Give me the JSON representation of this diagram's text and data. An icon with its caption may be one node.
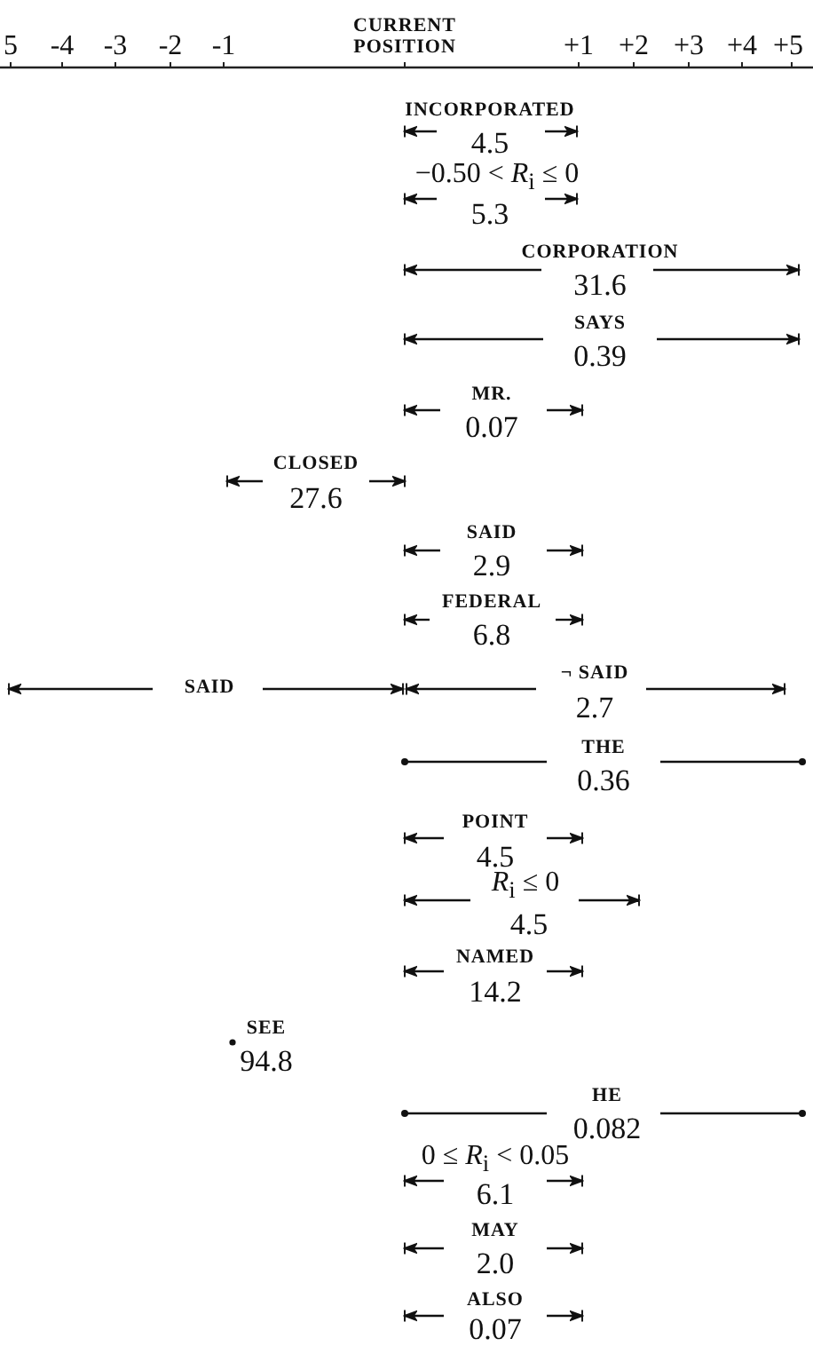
{
  "diagram": {
    "labels": [
      "5",
      "-4",
      "-3",
      "-2",
      "-1",
      "CURRENT POSITION",
      "+1",
      "+2",
      "+3",
      "+4",
      "+5",
      "INCORPORATED",
      "4.5",
      "−0.50 < *R*$_{i}$ ≤ 0",
      "5.3",
      "CORPORATION",
      "31.6",
      "SAYS",
      "0.39",
      "MR.",
      "0.07",
      "CLOSED",
      "27.6",
      "SAID",
      "2.9",
      "FEDERAL",
      "6.8",
      "SAID",
      "¬ SAID",
      "2.7",
      "THE",
      "0.36",
      "POINT",
      "4.5",
      "*R*$_{i}$ ≤ 0",
      "4.5",
      "NAMED",
      "14.2",
      "SEE",
      "94.8",
      "HE",
      "0.082",
      "0 ≤ *R*$_{i}$ < 0.05",
      "6.1",
      "MAY",
      "2.0",
      "ALSO",
      "0.07"
    ]
  }
}
